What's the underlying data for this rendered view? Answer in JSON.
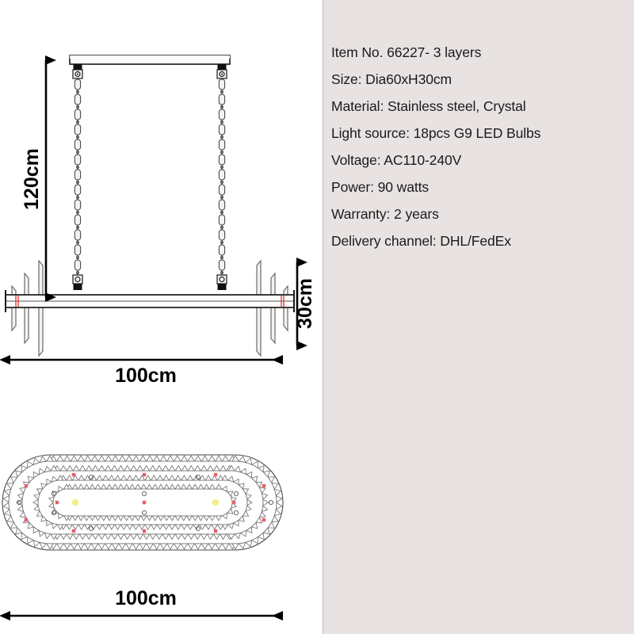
{
  "product": {
    "item_no_label": "Item No. 66227- 3 layers",
    "size_label": "Size: Dia60xH30cm",
    "material_label": "Material: Stainless steel, Crystal",
    "light_source_label": "Light source: 18pcs G9 LED Bulbs",
    "voltage_label": "Voltage: AC110-240V",
    "power_label": "Power: 90 watts",
    "warranty_label": "Warranty: 2 years",
    "delivery_label": "Delivery channel: DHL/FedEx"
  },
  "specs": [
    "Item No. 66227- 3 layers",
    "Size: Dia60xH30cm",
    "Material: Stainless steel, Crystal",
    "Light source: 18pcs G9 LED Bulbs",
    "Voltage: AC110-240V",
    "Power: 90 watts",
    "Warranty: 2 years",
    "Delivery channel: DHL/FedEx"
  ],
  "elevation": {
    "height_dimension": "120cm",
    "width_dimension": "100cm",
    "body_height_dimension": "30cm"
  },
  "plan": {
    "width_dimension": "100cm"
  },
  "colors": {
    "panel_left_bg": "#ffffff",
    "panel_right_bg": "#e8e3e2",
    "line": "#1a1a1a",
    "accent_red": "#e8312a",
    "crystal_fill": "#f4f3f2",
    "crystal_stroke": "#6b6b6b",
    "dot_red": "#e8606a",
    "dot_yellow": "#f2ef8a",
    "text": "#1a1a1a"
  },
  "chart_data": {
    "type": "table",
    "title": "Item No. 66227- 3 layers",
    "categories": [
      "Item No.",
      "Size",
      "Material",
      "Light source",
      "Voltage",
      "Power",
      "Warranty",
      "Delivery channel"
    ],
    "values": [
      "66227- 3 layers",
      "Dia60xH30cm",
      "Stainless steel, Crystal",
      "18pcs G9 LED Bulbs",
      "AC110-240V",
      "90 watts",
      "2 years",
      "DHL/FedEx"
    ],
    "dimensions": {
      "drop_height_cm": 120,
      "overall_width_cm": 100,
      "body_height_cm": 30,
      "plan_width_cm": 100,
      "nominal_size": "Dia60xH30cm"
    },
    "bulb_count": 18,
    "bulb_type": "G9 LED",
    "layers": 3,
    "power_watts": 90,
    "voltage_range": "AC110-240V",
    "warranty_years": 2
  }
}
